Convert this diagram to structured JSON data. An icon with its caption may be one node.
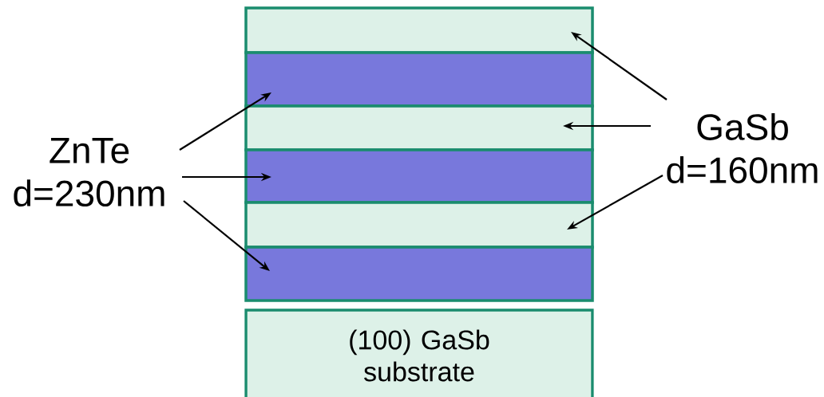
{
  "diagram": {
    "nodes": [
      {
        "text": [
          "ZnTe d=230nm"
        ]
      },
      {
        "text": [
          "GaSb d=160nm"
        ]
      },
      {
        "text": [],
        "shape": "bar"
      },
      {
        "text": [],
        "shape": "bar"
      },
      {
        "text": [],
        "shape": "bar"
      },
      {
        "text": [],
        "shape": "bar"
      },
      {
        "text": [],
        "shape": "bar"
      },
      {
        "text": [],
        "shape": "bar"
      },
      {
        "text": [
          "(100) GaSb substrate"
        ]
      }
    ],
    "edges": [
      {
        "from": 0,
        "to": 3,
        "arrow": "to"
      },
      {
        "from": 0,
        "to": 5,
        "arrow": "to"
      },
      {
        "from": 0,
        "to": 7,
        "arrow": "to"
      },
      {
        "from": 1,
        "to": 2,
        "arrow": "to"
      },
      {
        "from": 1,
        "to": 4,
        "arrow": "to"
      },
      {
        "from": 1,
        "to": 6,
        "arrow": "to"
      }
    ]
  }
}
